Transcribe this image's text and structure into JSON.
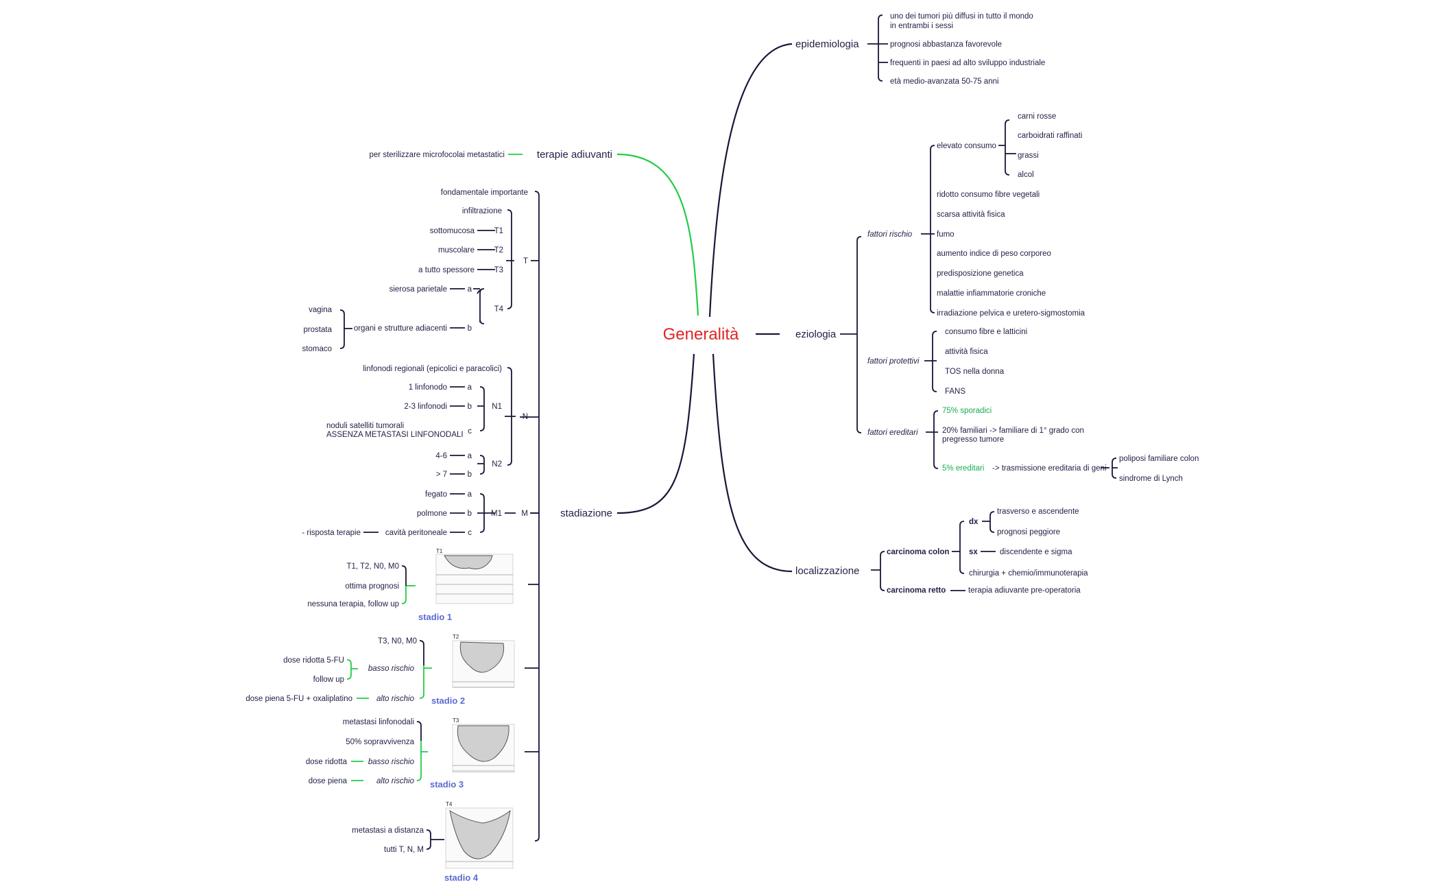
{
  "root": "Generalità",
  "branches": {
    "epidemiologia": {
      "label": "epidemiologia",
      "items": [
        "uno dei tumori più diffusi in tutto il mondo",
        "in entrambi i sessi",
        "prognosi abbastanza favorevole",
        "frequenti in paesi ad alto sviluppo industriale",
        "età medio-avanzata 50-75 anni"
      ]
    },
    "eziologia": {
      "label": "eziologia",
      "fattori_rischio": {
        "label": "fattori rischio",
        "elevato_consumo": "elevato consumo",
        "consumo_items": [
          "carni rosse",
          "carboidrati raffinati",
          "grassi",
          "alcol"
        ],
        "items": [
          "ridotto consumo fibre vegetali",
          "scarsa attività fisica",
          "fumo",
          "aumento indice di peso corporeo",
          "predisposizione genetica",
          "malattie infiammatorie croniche",
          "irradiazione pelvica e uretero-sigmostomia"
        ]
      },
      "fattori_protettivi": {
        "label": "fattori protettivi",
        "items": [
          "consumo fibre e latticini",
          "attività fisica",
          "TOS nella donna",
          "FANS"
        ]
      },
      "fattori_ereditari": {
        "label": "fattori ereditari",
        "sporadici": "75% sporadici",
        "familiari_1": "20% familiari -> familiare di 1° grado con",
        "familiari_2": "pregresso tumore",
        "ereditari_green": "5% ereditari",
        "ereditari_rest": "-> trasmissione ereditaria di geni",
        "geni": [
          "poliposi familiare colon",
          "sindrome di Lynch"
        ]
      }
    },
    "localizzazione": {
      "label": "localizzazione",
      "colon": {
        "label": "carcinoma colon",
        "dx": "dx",
        "dx_items": [
          "trasverso e ascendente",
          "prognosi peggiore"
        ],
        "sx": "sx",
        "sx_item": "discendente e sigma",
        "chirurgia": "chirurgia + chemio/immunoterapia"
      },
      "retto": {
        "label": "carcinoma retto",
        "item": "terapia adiuvante pre-operatoria"
      }
    },
    "terapie": {
      "label": "terapie adiuvanti",
      "item": "per sterilizzare microfocolai metastatici"
    },
    "stadiazione": {
      "label": "stadiazione",
      "intro": "fondamentale importante",
      "T": {
        "label": "T",
        "infiltrazione": "infiltrazione",
        "rows": [
          {
            "desc": "sottomucosa",
            "code": "T1"
          },
          {
            "desc": "muscolare",
            "code": "T2"
          },
          {
            "desc": "a tutto spessore",
            "code": "T3"
          }
        ],
        "T4": "T4",
        "a_desc": "sierosa parietale",
        "a": "a",
        "b_desc": "organi e strutture adiacenti",
        "b": "b",
        "organi": [
          "vagina",
          "prostata",
          "stomaco"
        ]
      },
      "N": {
        "label": "N",
        "regionali": "linfonodi regionali (epicolici e paracolici)",
        "N1": "N1",
        "N1_rows": [
          {
            "desc": "1 linfonodo",
            "code": "a"
          },
          {
            "desc": "2-3 linfonodi",
            "code": "b"
          }
        ],
        "c_desc_1": "noduli satelliti tumorali",
        "c_desc_2": "ASSENZA METASTASI LINFONODALI",
        "c": "c",
        "N2": "N2",
        "N2_rows": [
          {
            "desc": "4-6",
            "code": "a"
          },
          {
            "desc": "> 7",
            "code": "b"
          }
        ]
      },
      "M": {
        "label": "M",
        "M1": "M1",
        "rows": [
          {
            "desc": "fegato",
            "code": "a"
          },
          {
            "desc": "polmone",
            "code": "b"
          },
          {
            "desc": "cavità peritoneale",
            "code": "c"
          }
        ],
        "extra": "- risposta terapie"
      },
      "stadio1": {
        "label": "stadio 1",
        "img_tag": "T1",
        "items": [
          "T1, T2, N0, M0",
          "ottima prognosi",
          "nessuna terapia, follow up"
        ]
      },
      "stadio2": {
        "label": "stadio 2",
        "img_tag": "T2",
        "main": "T3, N0, M0",
        "basso": "basso rischio",
        "basso_items": [
          "dose ridotta 5-FU",
          "follow up"
        ],
        "alto": "alto rischio",
        "alto_item": "dose piena 5-FU + oxaliplatino"
      },
      "stadio3": {
        "label": "stadio 3",
        "img_tag": "T3",
        "items": [
          "metastasi linfonodali",
          "50% sopravvivenza"
        ],
        "basso_desc": "dose ridotta",
        "basso": "basso rischio",
        "alto_desc": "dose piena",
        "alto": "alto rischio"
      },
      "stadio4": {
        "label": "stadio 4",
        "img_tag": "T4",
        "items": [
          "metastasi a distanza",
          "tutti T, N, M"
        ]
      }
    }
  },
  "colors": {
    "root": "#e02424",
    "line": "#161638",
    "green_line": "#22cc44",
    "green_text": "#1aab55",
    "stage_label": "#5a6ad0"
  }
}
